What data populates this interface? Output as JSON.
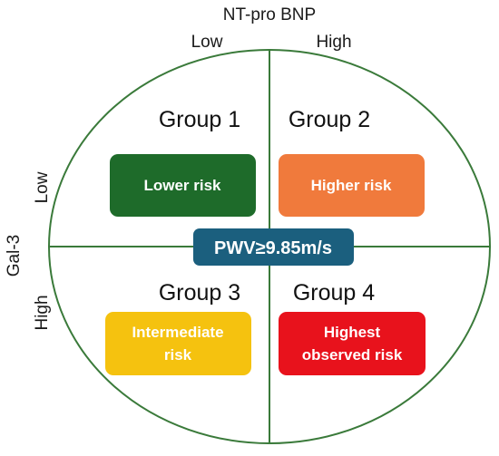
{
  "x_axis": {
    "title": "NT-pro BNP",
    "low": "Low",
    "high": "High"
  },
  "y_axis": {
    "title": "Gal-3",
    "low": "Low",
    "high": "High"
  },
  "center_badge": {
    "label": "PWV≥9.85m/s",
    "color": "#1b5f7e"
  },
  "circle_color": "#3a7a3a",
  "groups": [
    {
      "name": "Group 1",
      "risk": [
        "Lower risk"
      ],
      "color": "#1e6b2a"
    },
    {
      "name": "Group 2",
      "risk": [
        "Higher risk"
      ],
      "color": "#f07a3c"
    },
    {
      "name": "Group 3",
      "risk": [
        "Intermediate",
        "risk"
      ],
      "color": "#f5c20f"
    },
    {
      "name": "Group 4",
      "risk": [
        "Highest",
        "observed risk"
      ],
      "color": "#e8121c"
    }
  ]
}
